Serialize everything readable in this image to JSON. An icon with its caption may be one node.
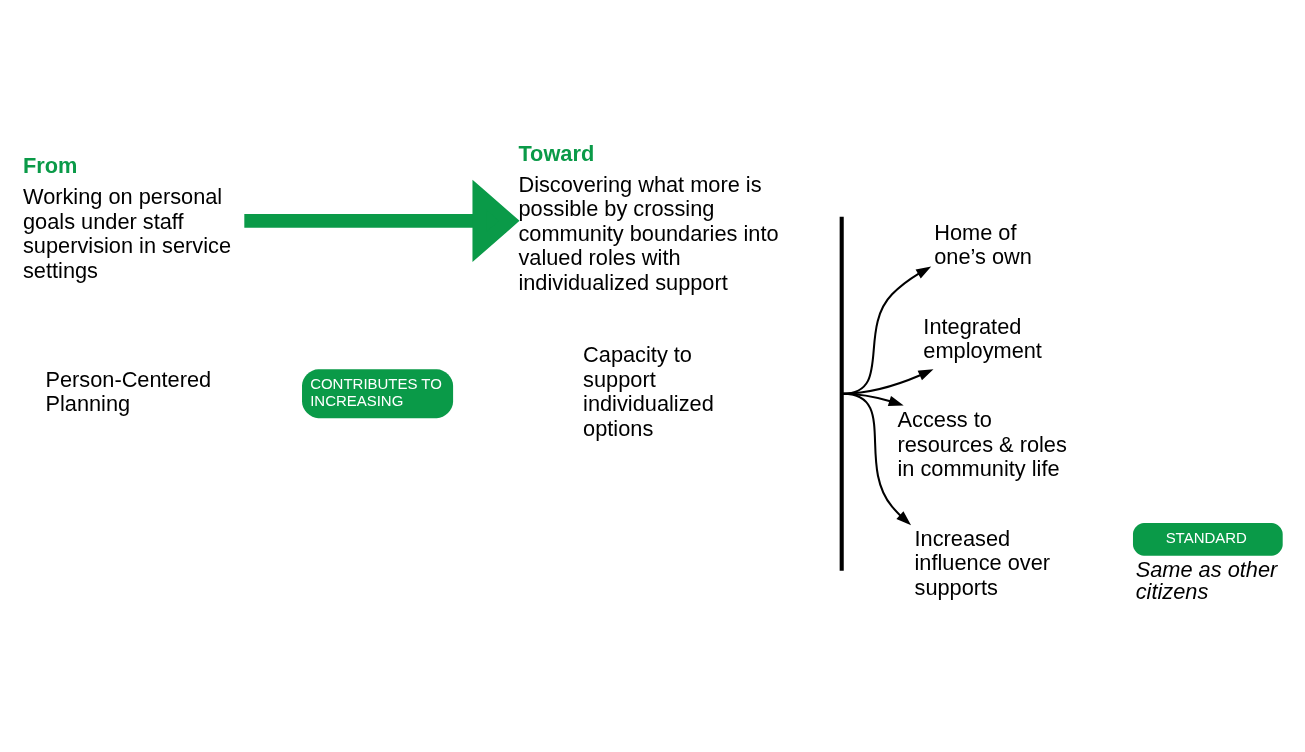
{
  "diagram": {
    "nodes": [
      {
        "text": [
          "Person-Centered Planning"
        ]
      },
      {
        "text": [
          "CONTRIBUTES TO INCREASING"
        ]
      },
      {
        "text": [
          "Capacity to support individualized options"
        ]
      },
      {
        "text": [],
        "shape": "bar"
      },
      {
        "text": [
          "Home of one’s own"
        ]
      },
      {
        "text": [
          "Integrated employment"
        ]
      },
      {
        "text": [
          "Access to resources & roles in community life"
        ]
      },
      {
        "text": [
          "Increased influence over supports"
        ]
      },
      {
        "text": [
          "STANDARD"
        ],
        "beside": [
          "Same as other citizens"
        ]
      },
      {
        "text": [
          "From",
          "Working on personal goals under staff supervision in service settings"
        ]
      },
      {
        "text": [
          "Toward",
          "Discovering what more is possible by crossing community boundaries into valued roles with individualized support"
        ]
      }
    ],
    "edges": [
      {
        "from": 3,
        "to": 4,
        "arrow": "to"
      },
      {
        "from": 3,
        "to": 5,
        "arrow": "to"
      },
      {
        "from": 3,
        "to": 6,
        "arrow": "to"
      },
      {
        "from": 3,
        "to": 7,
        "arrow": "to"
      },
      {
        "from": 9,
        "to": 10,
        "arrow": "to",
        "style": "thick",
        "color": "#0a9a48"
      }
    ]
  }
}
